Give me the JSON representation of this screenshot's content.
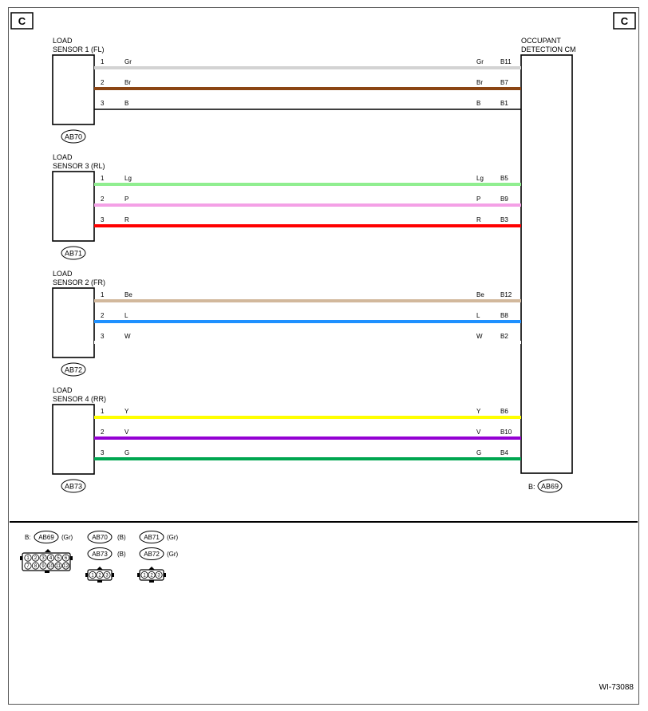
{
  "corner_tag": "C",
  "ecm": {
    "title_line1": "OCCUPANT",
    "title_line2": "DETECTION CM",
    "connector_prefix": "B:",
    "connector": "AB69"
  },
  "sensors": [
    {
      "label_line1": "LOAD",
      "label_line2": "SENSOR 1 (FL)",
      "connector": "AB70",
      "wires": [
        {
          "pin": "1",
          "code": "Gr",
          "ecm_pin": "B11",
          "color": "#d3d3d3"
        },
        {
          "pin": "2",
          "code": "Br",
          "ecm_pin": "B7",
          "color": "#8b4513"
        },
        {
          "pin": "3",
          "code": "B",
          "ecm_pin": "B1",
          "color": "#000000"
        }
      ]
    },
    {
      "label_line1": "LOAD",
      "label_line2": "SENSOR 3 (RL)",
      "connector": "AB71",
      "wires": [
        {
          "pin": "1",
          "code": "Lg",
          "ecm_pin": "B5",
          "color": "#90ee90"
        },
        {
          "pin": "2",
          "code": "P",
          "ecm_pin": "B9",
          "color": "#f4a0e6"
        },
        {
          "pin": "3",
          "code": "R",
          "ecm_pin": "B3",
          "color": "#ff0000"
        }
      ]
    },
    {
      "label_line1": "LOAD",
      "label_line2": "SENSOR 2 (FR)",
      "connector": "AB72",
      "wires": [
        {
          "pin": "1",
          "code": "Be",
          "ecm_pin": "B12",
          "color": "#d2b89c"
        },
        {
          "pin": "2",
          "code": "L",
          "ecm_pin": "B8",
          "color": "#1e90ff"
        },
        {
          "pin": "3",
          "code": "W",
          "ecm_pin": "B2",
          "color": "#ffffff"
        }
      ]
    },
    {
      "label_line1": "LOAD",
      "label_line2": "SENSOR 4 (RR)",
      "connector": "AB73",
      "wires": [
        {
          "pin": "1",
          "code": "Y",
          "ecm_pin": "B6",
          "color": "#ffff00"
        },
        {
          "pin": "2",
          "code": "V",
          "ecm_pin": "B10",
          "color": "#9400d3"
        },
        {
          "pin": "3",
          "code": "G",
          "ecm_pin": "B4",
          "color": "#00a650"
        }
      ]
    }
  ],
  "legend": {
    "b_connector": {
      "prefix": "B:",
      "name": "AB69",
      "color_code": "(Gr)",
      "pins_top": [
        "1",
        "2",
        "3",
        "4",
        "5",
        "6"
      ],
      "pins_bottom": [
        "7",
        "8",
        "9",
        "10",
        "11",
        "12"
      ]
    },
    "ab70": {
      "name": "AB70",
      "color_code": "(B)"
    },
    "ab73": {
      "name": "AB73",
      "color_code": "(B)"
    },
    "ab71": {
      "name": "AB71",
      "color_code": "(Gr)"
    },
    "ab72": {
      "name": "AB72",
      "color_code": "(Gr)"
    },
    "three_pins": [
      "1",
      "2",
      "3"
    ]
  },
  "figure_id": "WI-73088"
}
